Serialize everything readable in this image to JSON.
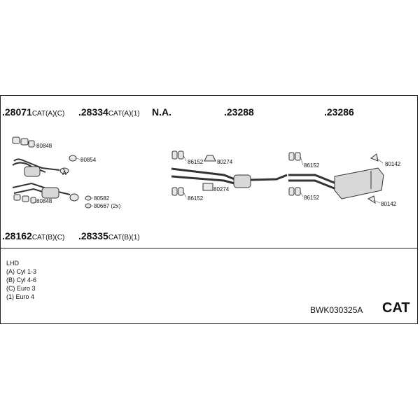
{
  "headers": {
    "h1": {
      "num": ".28071",
      "suffix": "CAT(A)(C)"
    },
    "h2": {
      "num": ".28334",
      "suffix": "CAT(A)(1)"
    },
    "h3": {
      "num": "N.A."
    },
    "h4": {
      "num": ".23288"
    },
    "h5": {
      "num": ".23286"
    },
    "h6": {
      "num": ".28162",
      "suffix": "CAT(B)(C)"
    },
    "h7": {
      "num": ".28335",
      "suffix": "CAT(B)(1)"
    }
  },
  "parts": {
    "p80848_top": "80848",
    "p80854": "80854",
    "p80582": "80582",
    "p80667": "80667 (2x)",
    "p80848_bottom": "80848",
    "lambda": "λ",
    "p86152_a": "86152",
    "p80274_a": "80274",
    "p86152_b": "86152",
    "p80274_b": "80274",
    "p86152_c": "86152",
    "p86152_d": "86152",
    "p80142_a": "80142",
    "p80142_b": "80142"
  },
  "legend": [
    "LHD",
    "(A) Cyl 1-3",
    "(B) Cyl 4-6",
    "(C) Euro 3",
    "(1) Euro 4"
  ],
  "code": "BWK030325A",
  "cat": "CAT"
}
